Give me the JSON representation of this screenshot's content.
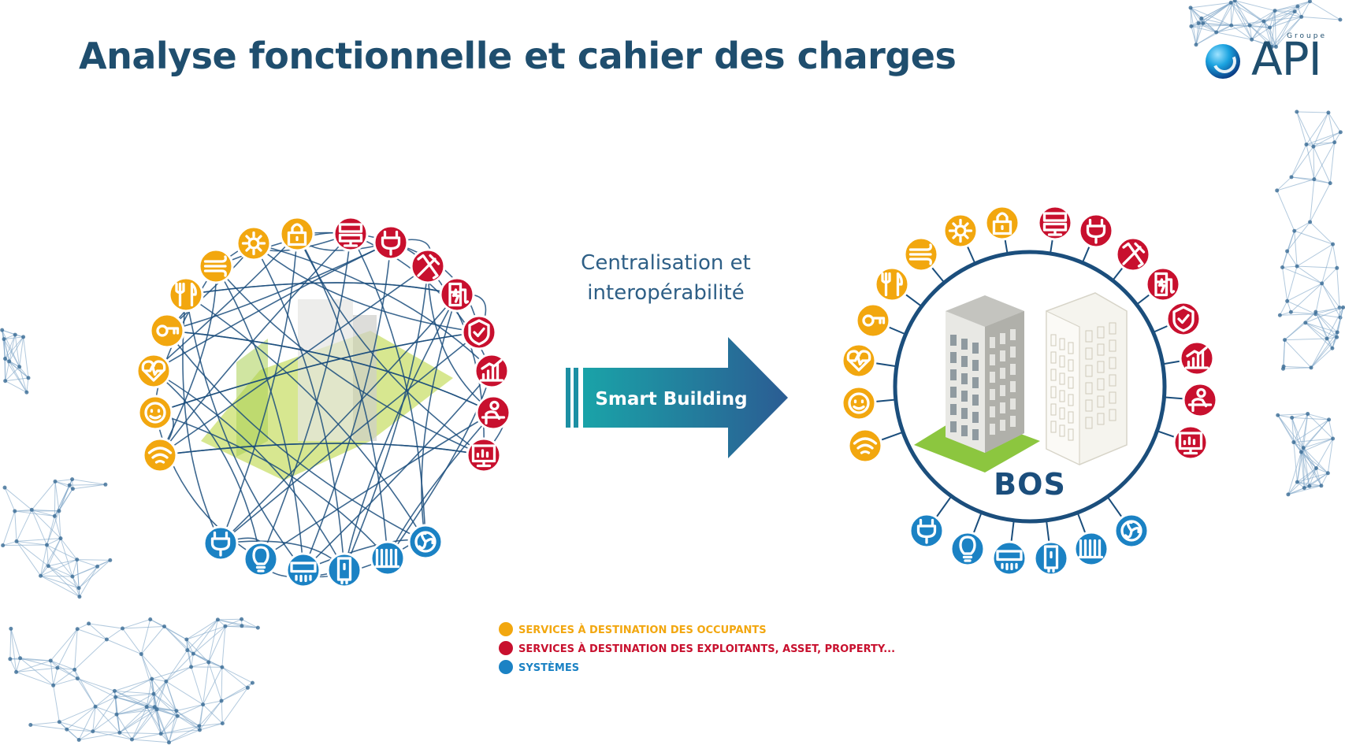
{
  "page": {
    "title": "Analyse fonctionnelle et cahier des charges"
  },
  "logo": {
    "groupe": "Groupe",
    "name": "API"
  },
  "center": {
    "caption_line1": "Centralisation et",
    "caption_line2": "interopérabilité",
    "arrow_label": "Smart Building"
  },
  "bos": {
    "label": "BOS"
  },
  "legend": [
    {
      "color": "#f2a70f",
      "label": "SERVICES À DESTINATION DES OCCUPANTS"
    },
    {
      "color": "#c8102e",
      "label": "SERVICES À DESTINATION DES EXPLOITANTS, ASSET, PROPERTY..."
    },
    {
      "color": "#1b82c4",
      "label": "SYSTÈMES"
    }
  ],
  "colors": {
    "occupants": "#f2a70f",
    "exploitants": "#c8102e",
    "systemes": "#1b82c4",
    "title": "#1f4e6e",
    "ring": "#1b4e7c"
  },
  "icons": {
    "occupants": [
      "wifi-icon",
      "face-icon",
      "heart-rate-icon",
      "key-icon",
      "restaurant-icon",
      "air-flow-icon",
      "gear-icon",
      "lock-icon"
    ],
    "exploitants": [
      "server-icon",
      "plug-icon",
      "tools-icon",
      "ev-charger-icon",
      "shield-icon",
      "chart-icon",
      "worker-icon",
      "monitor-icon"
    ],
    "systemes": [
      "plug-icon",
      "bulb-icon",
      "air-conditioner-icon",
      "water-heater-icon",
      "radiator-icon",
      "fan-icon"
    ]
  }
}
